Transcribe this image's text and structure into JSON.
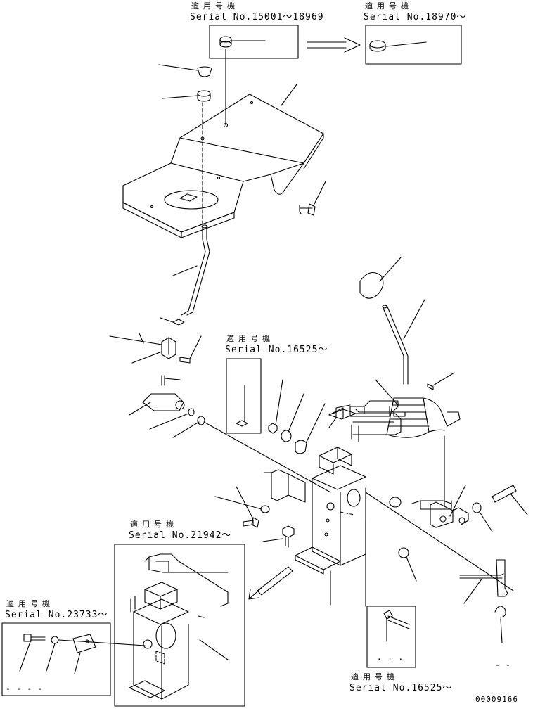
{
  "applicable_label": "適用号機",
  "callouts": [
    {
      "id": "c1",
      "serial": "Serial No.15001～18969"
    },
    {
      "id": "c2",
      "serial": "Serial No.18970～"
    },
    {
      "id": "c3",
      "serial": "Serial No.16525～"
    },
    {
      "id": "c4",
      "serial": "Serial No.21942～"
    },
    {
      "id": "c5",
      "serial": "Serial No.23733～"
    },
    {
      "id": "c6",
      "serial": "Serial No.16525～"
    }
  ],
  "drawing_number": "00009166",
  "dash_marks": [
    "- -",
    "- - - -",
    "· · ·"
  ]
}
